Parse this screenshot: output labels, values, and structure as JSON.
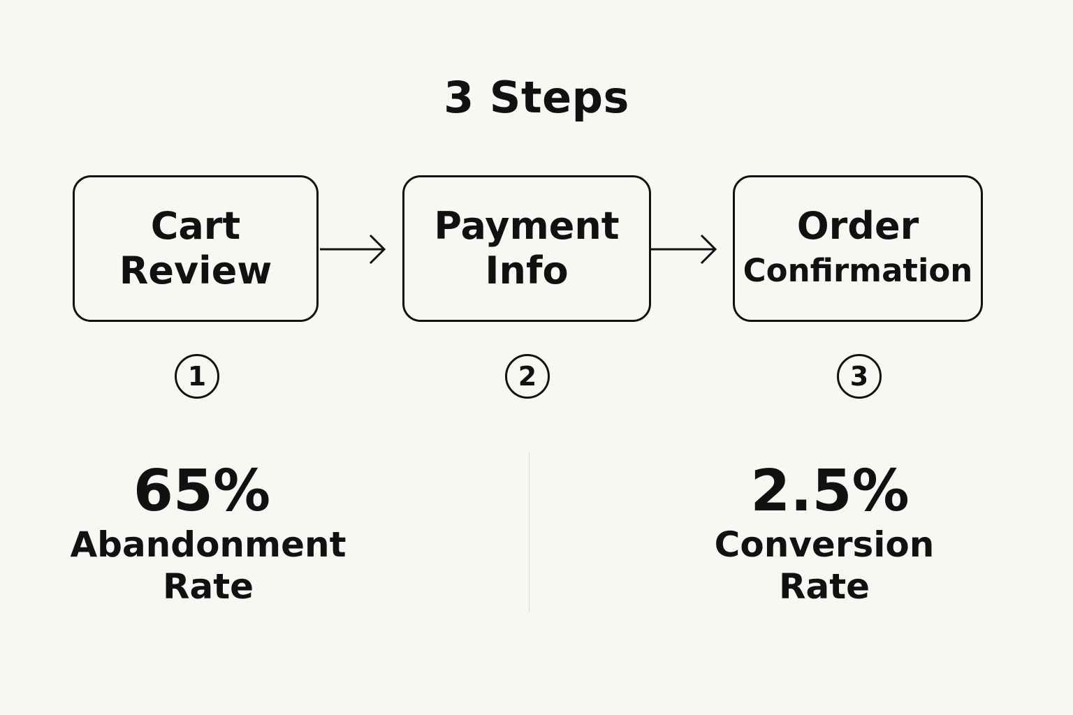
{
  "title": "3 Steps",
  "steps": [
    {
      "line1": "Cart",
      "line2": "Review",
      "number": "1"
    },
    {
      "line1": "Payment",
      "line2": "Info",
      "number": "2"
    },
    {
      "line1": "Order",
      "line2": "Confirmation",
      "number": "3"
    }
  ],
  "stats": [
    {
      "value": "65%",
      "label_line1": "Abandonment",
      "label_line2": "Rate"
    },
    {
      "value": "2.5%",
      "label_line1": "Conversion",
      "label_line2": "Rate"
    }
  ],
  "colors": {
    "background": "#f8f7f3",
    "ink": "#111111",
    "divider": "#d9d7d1"
  },
  "icons": [
    "arrow-right-icon",
    "arrow-right-icon"
  ]
}
